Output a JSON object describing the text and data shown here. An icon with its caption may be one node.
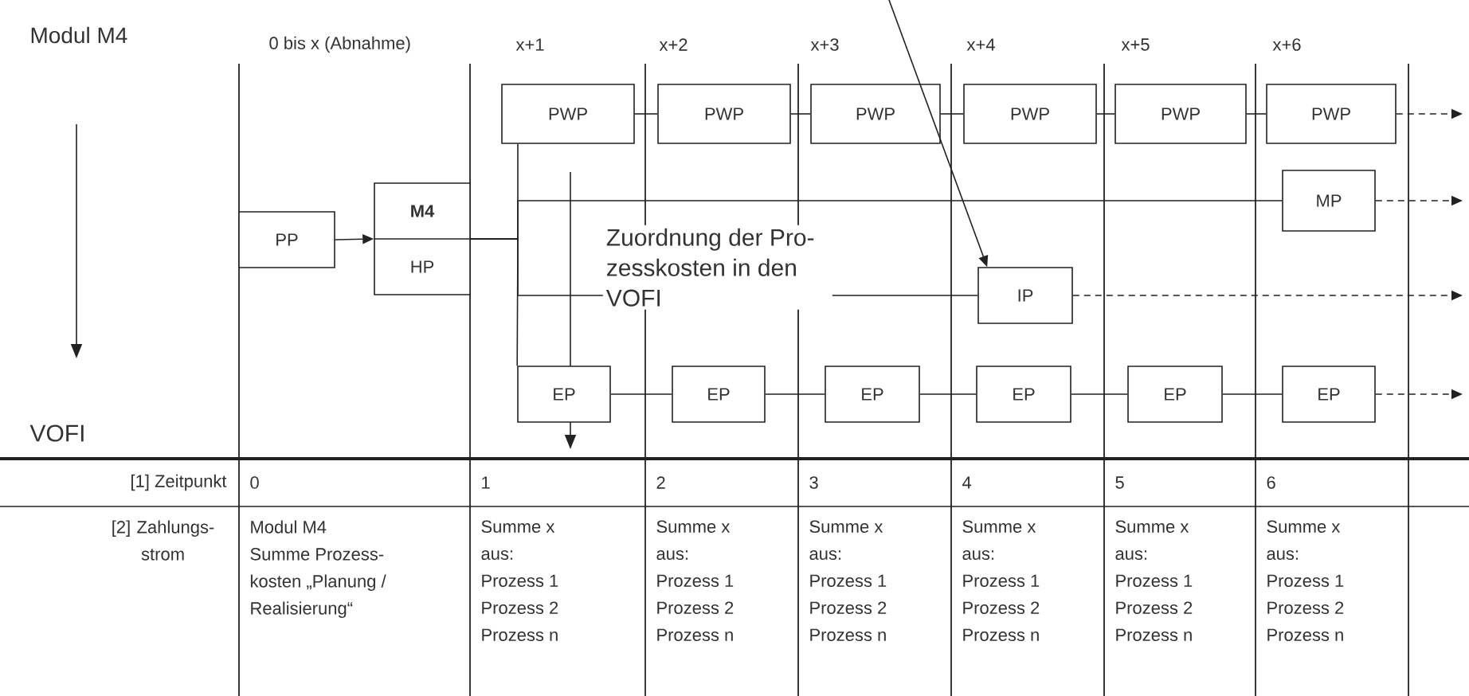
{
  "diagram": {
    "title": "Modul M4",
    "nodes": [
      {
        "text": [
          "PP"
        ]
      },
      {
        "text": [
          "**M4**",
          "HP"
        ]
      },
      {
        "text": [
          "PWP"
        ]
      },
      {
        "text": [
          "PWP"
        ]
      },
      {
        "text": [
          "PWP"
        ]
      },
      {
        "text": [
          "PWP"
        ]
      },
      {
        "text": [
          "PWP"
        ]
      },
      {
        "text": [
          "PWP"
        ]
      },
      {
        "text": [
          "MP"
        ]
      },
      {
        "text": [
          "IP"
        ]
      },
      {
        "text": [
          "EP"
        ]
      },
      {
        "text": [
          "EP"
        ]
      },
      {
        "text": [
          "EP"
        ]
      },
      {
        "text": [
          "EP"
        ]
      },
      {
        "text": [
          "EP"
        ]
      },
      {
        "text": [
          "EP"
        ]
      }
    ],
    "edges": [
      {
        "from": 0,
        "to": 1,
        "arrow": "to"
      },
      {
        "from": 1,
        "to": 2,
        "arrow": "none"
      },
      {
        "from": 1,
        "to": 8,
        "arrow": "none"
      },
      {
        "from": 1,
        "to": 9,
        "arrow": "none"
      },
      {
        "from": 1,
        "to": 10,
        "arrow": "none"
      },
      {
        "from": 2,
        "to": 3,
        "arrow": "none"
      },
      {
        "from": 3,
        "to": 4,
        "arrow": "none"
      },
      {
        "from": 4,
        "to": 5,
        "arrow": "none"
      },
      {
        "from": 5,
        "to": 6,
        "arrow": "none"
      },
      {
        "from": 6,
        "to": 7,
        "arrow": "none"
      },
      {
        "from": 7,
        "to": null,
        "arrow": "to",
        "style": "dashed"
      },
      {
        "from": 8,
        "to": null,
        "arrow": "to",
        "style": "dashed"
      },
      {
        "from": 9,
        "to": null,
        "arrow": "to",
        "style": "dashed"
      },
      {
        "from": 10,
        "to": 11,
        "arrow": "none"
      },
      {
        "from": 11,
        "to": 12,
        "arrow": "none"
      },
      {
        "from": 12,
        "to": 13,
        "arrow": "none"
      },
      {
        "from": 13,
        "to": 14,
        "arrow": "none"
      },
      {
        "from": 14,
        "to": 15,
        "arrow": "none"
      },
      {
        "from": 15,
        "to": null,
        "arrow": "to",
        "style": "dashed"
      },
      {
        "from": null,
        "to": 9,
        "arrow": "to"
      }
    ],
    "labels": [
      "0 bis x (Abnahme)",
      "x+1",
      "x+2",
      "x+3",
      "x+4",
      "x+5",
      "x+6",
      "Zuordnung der Pro- zesskosten in den VOFI",
      "VOFI",
      "[1] Zeitpunkt",
      "0",
      "1",
      "2",
      "3",
      "4",
      "5",
      "6",
      "[2] Zahlungs- strom",
      "Modul M4 Summe Prozess- kosten „Planung / Realisierung“",
      "Summe x aus: Prozess 1 Prozess 2 Prozess n",
      "Summe x aus: Prozess 1 Prozess 2 Prozess n",
      "Summe x aus: Prozess 1 Prozess 2 Prozess n",
      "Summe x aus: Prozess 1 Prozess 2 Prozess n",
      "Summe x aus: Prozess 1 Prozess 2 Prozess n",
      "Summe x aus: Prozess 1 Prozess 2 Prozess n"
    ]
  }
}
